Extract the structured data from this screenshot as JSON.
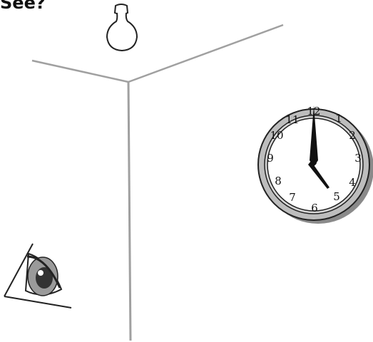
{
  "title": "See?",
  "clock": {
    "numerals": [
      "12",
      "1",
      "2",
      "3",
      "4",
      "5",
      "6",
      "7",
      "8",
      "9",
      "10",
      "11"
    ],
    "hour": 5,
    "minute": 0
  },
  "colors": {
    "line": "#222222",
    "wall_edge": "#a0a0a0",
    "clock_rim": "#bdbdbd",
    "clock_shadow": "#8a8a8a",
    "iris": "#9a9a9a",
    "pupil": "#333333"
  },
  "icons": [
    "light-bulb-icon",
    "wall-clock-icon",
    "eye-icon"
  ]
}
